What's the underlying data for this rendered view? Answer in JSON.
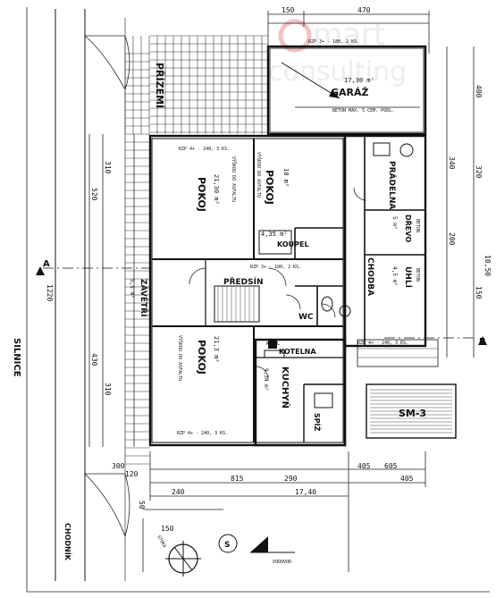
{
  "title": "PŘÍZEMÍ",
  "rooms": {
    "garaz": "GARÁŽ",
    "garaz_area": "17,30 m²",
    "pokoj_top": "POKOJ",
    "pokoj_top_area": "21,30 m²",
    "pokoj_mid": "POKOJ",
    "pokoj_mid_area": "10 m²",
    "koupelna": "KOUPEL",
    "koupelna_area": "4,35 m²",
    "predsin": "PŘEDSÍN",
    "zadveri": "ZÁVĚTŘÍ",
    "zadveri_area": "5,5 m²",
    "wc": "WC",
    "kotelna": "KOTELNA",
    "pokoj_bottom": "POKOJ",
    "pokoj_bottom_area": "21,3 m²",
    "kuchyn": "KUCHYŇ",
    "kuchyn_area": "9,34 m²",
    "spiz": "SPÍŽ",
    "pradelna": "PRÁDELNA",
    "drevo": "DŘEVO",
    "drevo_area": "5 m²",
    "chodba": "CHODBA",
    "uhli": "UHLÍ",
    "uhli_area": "4,5 m²",
    "sm3": "SM-3"
  },
  "labels": {
    "silnice": "SILNICE",
    "chodnik": "CHODNÍK",
    "north": "S",
    "section_a": "A",
    "section_b": "B",
    "beton_max": "BETON MAX. 5 CEM. PODL.",
    "vyska_asfalt": "VÝŠKOU DO ASFALTU",
    "rzp1": "RZP 4+ - 240, 3 KS.",
    "rzp2": "RZP 3+ - 180, 2 KS.",
    "kotel": "KOTEL",
    "beton": "BETON",
    "vodovod": "VODOVOD",
    "stoka": "STOKA"
  },
  "dims": {
    "top_150": "150",
    "top_470": "470",
    "r_400": "400",
    "r_340": "340",
    "r_320": "320",
    "r_200": "200",
    "r_1050": "10,50",
    "r_150": "150",
    "l_310": "310",
    "l_520": "520",
    "l_1220": "1220",
    "l_430": "430",
    "l_310b": "310",
    "b_815": "815",
    "b_290": "290",
    "b_405": "405",
    "b_240": "240",
    "b_300": "300",
    "b_150": "150",
    "b_120": "120",
    "b_50": "50",
    "b_605": "605",
    "b_405b": "405",
    "b_1740": "17,40"
  },
  "colors": {
    "ink": "#111111",
    "paper": "#ffffff",
    "watermark": "#e6e6e6"
  }
}
